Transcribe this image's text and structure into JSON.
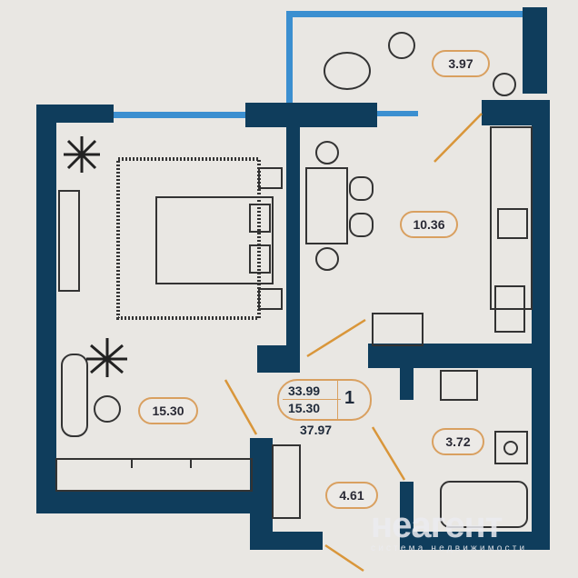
{
  "rooms": {
    "balcony_area": "3.97",
    "kitchen_area": "10.36",
    "bedroom_area": "15.30",
    "bathroom_area": "3.72",
    "hall_area": "4.61"
  },
  "summary": {
    "total_area": "33.99",
    "living_area": "15.30",
    "rooms_count": "1",
    "area_with_balcony": "37.97"
  },
  "watermark": {
    "brand": "неагент",
    "tagline": "система недвижимости"
  },
  "colors": {
    "wall": "#0f3d5c",
    "window": "#3b8fd0",
    "label_border": "#d9a060",
    "door_line": "#d9963a"
  }
}
